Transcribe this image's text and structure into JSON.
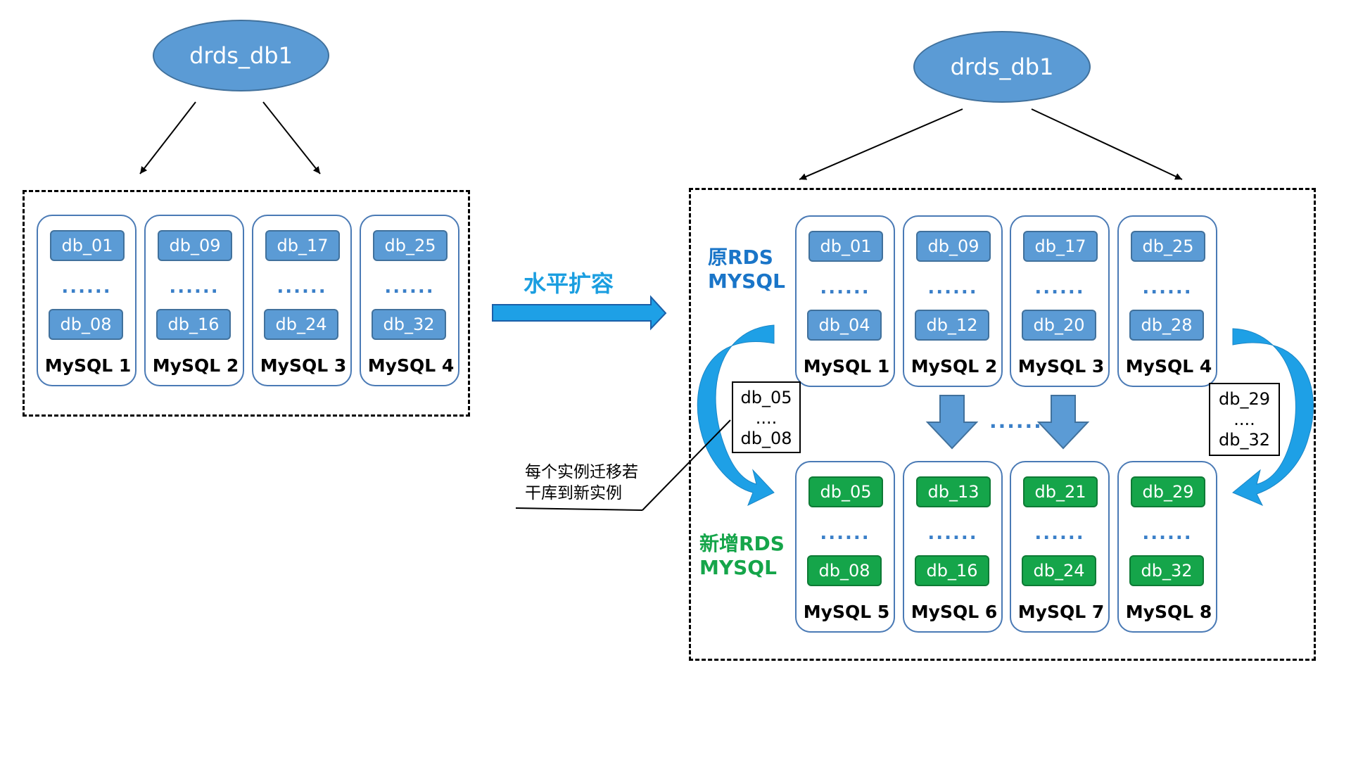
{
  "left": {
    "root": "drds_db1",
    "instances": [
      {
        "first": "db_01",
        "dots": "......",
        "last": "db_08",
        "name": "MySQL 1"
      },
      {
        "first": "db_09",
        "dots": "......",
        "last": "db_16",
        "name": "MySQL 2"
      },
      {
        "first": "db_17",
        "dots": "......",
        "last": "db_24",
        "name": "MySQL 3"
      },
      {
        "first": "db_25",
        "dots": "......",
        "last": "db_32",
        "name": "MySQL 4"
      }
    ]
  },
  "middle": {
    "label": "水平扩容"
  },
  "right": {
    "root": "drds_db1",
    "original_label": {
      "line1": "原RDS",
      "line2": "MYSQL"
    },
    "new_label": {
      "line1": "新增RDS",
      "line2": "MYSQL"
    },
    "original": [
      {
        "first": "db_01",
        "dots": "......",
        "last": "db_04",
        "name": "MySQL 1"
      },
      {
        "first": "db_09",
        "dots": "......",
        "last": "db_12",
        "name": "MySQL 2"
      },
      {
        "first": "db_17",
        "dots": "......",
        "last": "db_20",
        "name": "MySQL 3"
      },
      {
        "first": "db_25",
        "dots": "......",
        "last": "db_28",
        "name": "MySQL 4"
      }
    ],
    "added": [
      {
        "first": "db_05",
        "dots": "......",
        "last": "db_08",
        "name": "MySQL 5"
      },
      {
        "first": "db_13",
        "dots": "......",
        "last": "db_16",
        "name": "MySQL 6"
      },
      {
        "first": "db_21",
        "dots": "......",
        "last": "db_24",
        "name": "MySQL 7"
      },
      {
        "first": "db_29",
        "dots": "......",
        "last": "db_32",
        "name": "MySQL 8"
      }
    ],
    "between_dots": "......",
    "migrate_left": {
      "top": "db_05",
      "mid": "....",
      "bottom": "db_08"
    },
    "migrate_right": {
      "top": "db_29",
      "mid": "....",
      "bottom": "db_32"
    },
    "callout": {
      "line1": "每个实例迁移若",
      "line2": "干库到新实例"
    }
  },
  "colors": {
    "blue": "#5b9bd5",
    "green": "#15a54a",
    "arrow": "#1ea0e6",
    "label_blue": "#1a75c8",
    "label_green": "#15a54a"
  }
}
